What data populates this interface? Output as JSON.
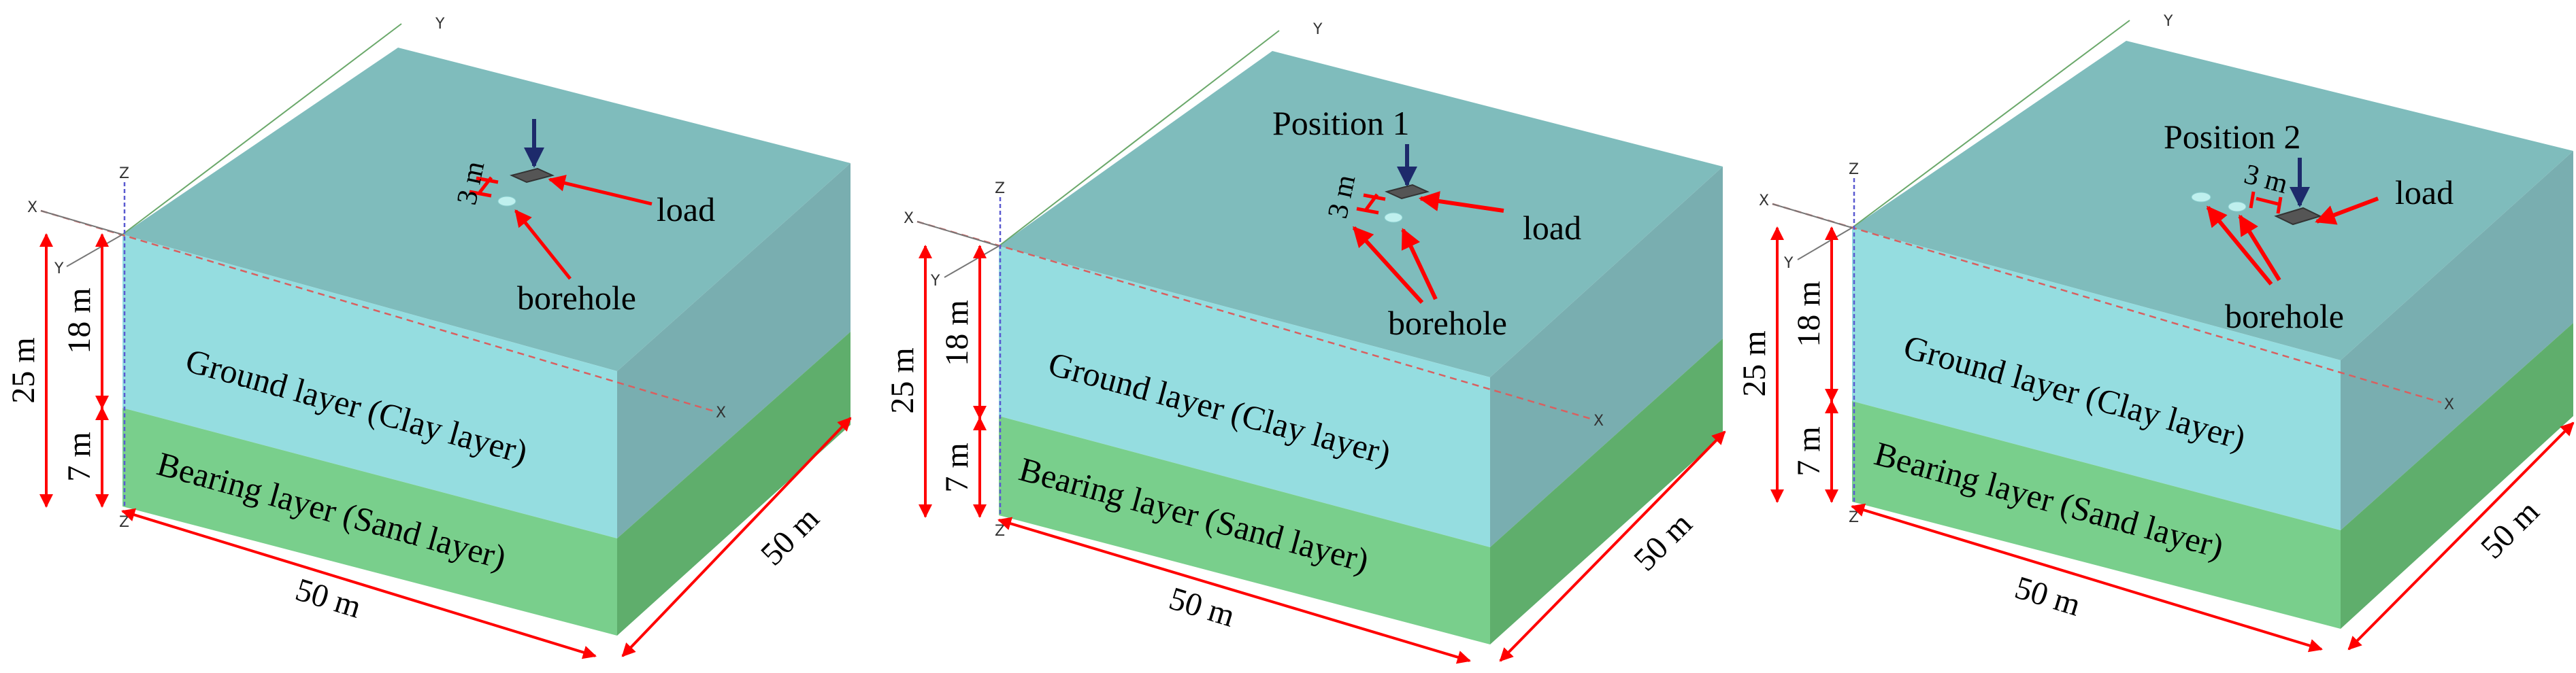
{
  "colors": {
    "top_face": "#7fbcbc",
    "clay_front": "#95dde0",
    "clay_side": "#79aeb0",
    "sand_front": "#79cf8c",
    "sand_side": "#5fae6c",
    "dim_arrow": "#ff0000",
    "load_arrow": "#1d2a6b",
    "load_plate": "#555555",
    "borehole": "#bff0ee"
  },
  "axes": {
    "x": "X",
    "y": "Y",
    "z": "Z"
  },
  "panels": [
    {
      "position_label": "",
      "spacing_label": "3 m",
      "load_label": "load",
      "borehole_label": "borehole",
      "clay_label": "Ground layer (Clay layer)",
      "sand_label": "Bearing layer (Sand layer)",
      "depth_total": "25 m",
      "depth_clay": "18 m",
      "depth_sand": "7 m",
      "width": "50 m",
      "length": "50 m"
    },
    {
      "position_label": "Position 1",
      "spacing_label": "3 m",
      "load_label": "load",
      "borehole_label": "borehole",
      "clay_label": "Ground layer (Clay layer)",
      "sand_label": "Bearing layer (Sand layer)",
      "depth_total": "25 m",
      "depth_clay": "18 m",
      "depth_sand": "7 m",
      "width": "50 m",
      "length": "50 m"
    },
    {
      "position_label": "Position 2",
      "spacing_label": "3 m",
      "load_label": "load",
      "borehole_label": "borehole",
      "clay_label": "Ground layer (Clay layer)",
      "sand_label": "Bearing layer (Sand layer)",
      "depth_total": "25 m",
      "depth_clay": "18 m",
      "depth_sand": "7 m",
      "width": "50 m",
      "length": "50 m"
    }
  ]
}
